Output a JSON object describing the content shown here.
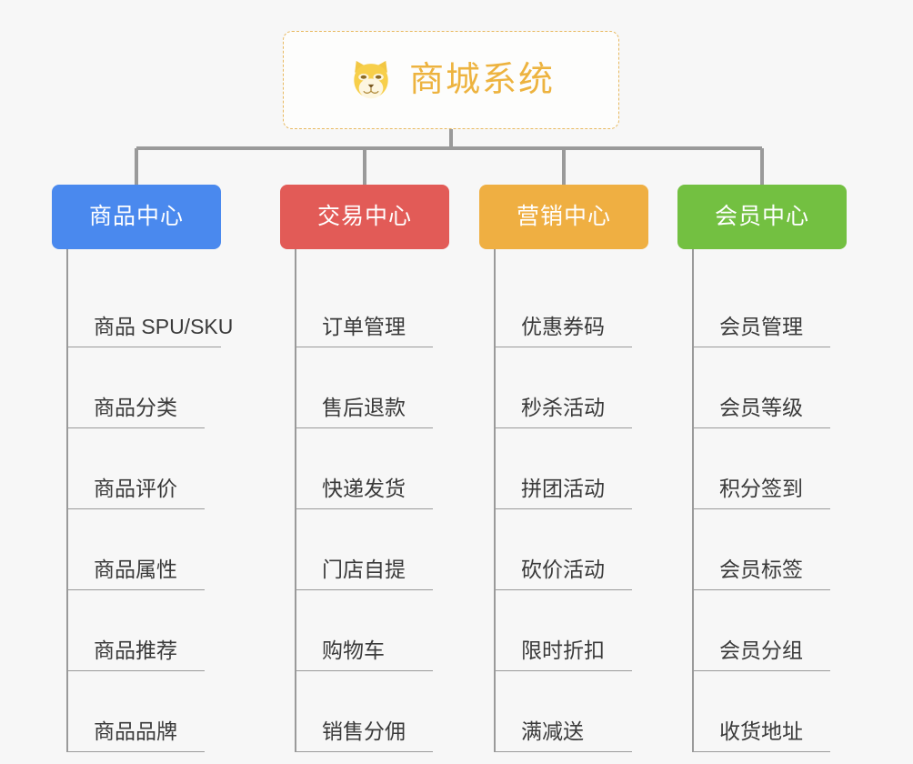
{
  "root": {
    "title": "商城系统",
    "icon": "shiba-dog-icon",
    "border_color": "#e8b960",
    "text_color": "#edb33f"
  },
  "colors": {
    "background": "#f7f7f7",
    "connector": "#9a9a9a",
    "leaf_text": "#3a3a3a",
    "category_blue": "#4a89ee",
    "category_red": "#e25b57",
    "category_orange": "#efaf42",
    "category_green": "#73c041"
  },
  "columns": [
    {
      "title": "商品中心",
      "color": "#4a89ee",
      "items": [
        "商品 SPU/SKU",
        "商品分类",
        "商品评价",
        "商品属性",
        "商品推荐",
        "商品品牌"
      ]
    },
    {
      "title": "交易中心",
      "color": "#e25b57",
      "items": [
        "订单管理",
        "售后退款",
        "快递发货",
        "门店自提",
        "购物车",
        "销售分佣"
      ]
    },
    {
      "title": "营销中心",
      "color": "#efaf42",
      "items": [
        "优惠券码",
        "秒杀活动",
        "拼团活动",
        "砍价活动",
        "限时折扣",
        "满减送"
      ]
    },
    {
      "title": "会员中心",
      "color": "#73c041",
      "items": [
        "会员管理",
        "会员等级",
        "积分签到",
        "会员标签",
        "会员分组",
        "收货地址"
      ]
    }
  ]
}
